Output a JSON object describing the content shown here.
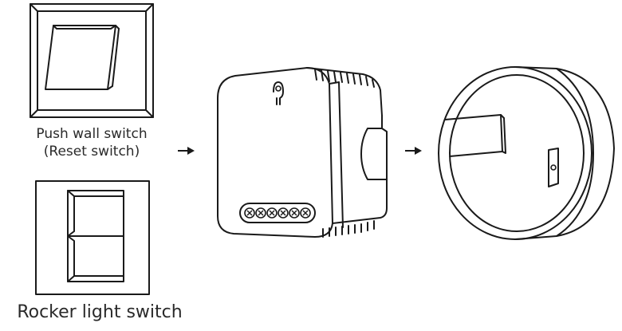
{
  "labels": {
    "push_line1": "Push wall switch",
    "push_line2": "(Reset switch)",
    "rocker": "Rocker light switch"
  },
  "colors": {
    "line": "#1a1a1a",
    "background": "#ffffff"
  },
  "icons": [
    "push-switch-icon",
    "rocker-switch-icon",
    "smart-module-icon",
    "wall-box-icon",
    "arrow-right-icon"
  ]
}
